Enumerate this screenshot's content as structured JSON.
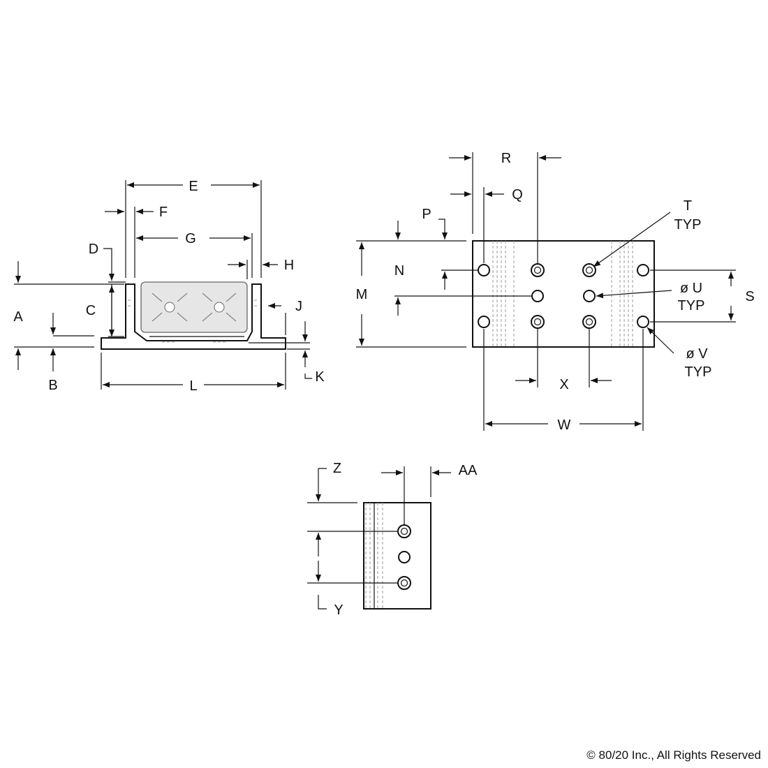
{
  "front_view": {
    "labels": {
      "A": "A",
      "B": "B",
      "C": "C",
      "D": "D",
      "E": "E",
      "F": "F",
      "G": "G",
      "H": "H",
      "J": "J",
      "K": "K",
      "L": "L"
    }
  },
  "top_view": {
    "labels": {
      "R": "R",
      "Q": "Q",
      "P": "P",
      "N": "N",
      "M": "M",
      "S": "S",
      "X": "X",
      "W": "W"
    },
    "callouts": {
      "T": "T",
      "T_typ": "TYP",
      "U": "ø U",
      "U_typ": "TYP",
      "V": "ø V",
      "V_typ": "TYP"
    }
  },
  "side_view": {
    "labels": {
      "Z": "Z",
      "AA": "AA",
      "Y": "Y"
    }
  },
  "copyright": "© 80/20 Inc., All Rights Reserved"
}
